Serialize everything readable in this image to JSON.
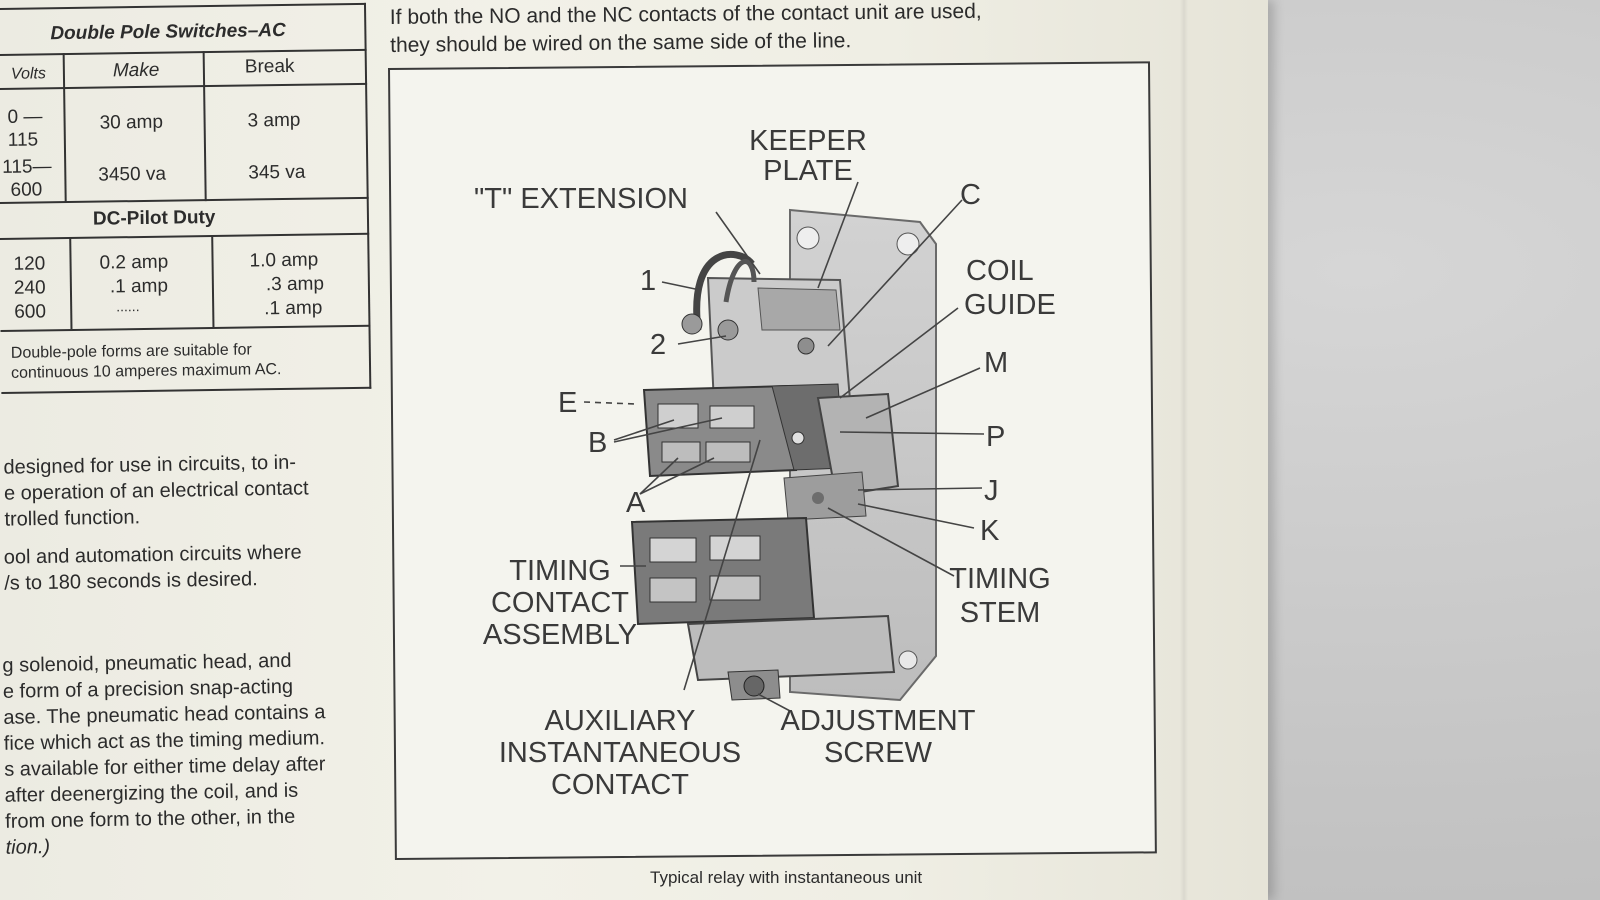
{
  "top_note": [
    "If both the NO and the NC contacts of the contact unit are used,",
    "they should be wired on the same side of the line."
  ],
  "ratings_table": {
    "title": "Double Pole Switches–AC",
    "headers": [
      "Volts",
      "Make",
      "Break"
    ],
    "ac_rows": [
      {
        "volts": [
          "0 —",
          "115"
        ],
        "make": "30 amp",
        "break": "3 amp"
      },
      {
        "volts": [
          "115—",
          "600"
        ],
        "make": "3450 va",
        "break": "345 va"
      }
    ],
    "dc_title": "DC-Pilot Duty",
    "dc_rows": [
      {
        "volts": "120",
        "make": "0.2 amp",
        "break": "1.0 amp"
      },
      {
        "volts": "240",
        "make": ".1 amp",
        "break": ".3 amp"
      },
      {
        "volts": "600",
        "make": "......",
        "break": ".1 amp"
      }
    ],
    "footnote": [
      "Double-pole forms are suitable for",
      "continuous 10 amperes maximum AC."
    ]
  },
  "body_paragraphs": [
    [
      "designed for use in circuits, to in-",
      "e operation of an electrical contact",
      "trolled function."
    ],
    [
      "ool and automation circuits where",
      "/s to 180 seconds is desired."
    ],
    [
      "g solenoid, pneumatic head, and",
      "e form of a precision snap-acting",
      "ase. The pneumatic head contains a",
      "fice which act as the timing medium.",
      "s available for either time delay after",
      "after deenergizing the coil, and is",
      "from one form to the other, in the",
      "tion.)"
    ]
  ],
  "figure": {
    "labels": {
      "keeper_plate": [
        "KEEPER",
        "PLATE"
      ],
      "t_extension": "\"T\" EXTENSION",
      "c": "C",
      "coil_guide": [
        "COIL",
        "GUIDE"
      ],
      "one": "1",
      "two": "2",
      "m": "M",
      "e": "E",
      "p": "P",
      "b": "B",
      "j": "J",
      "a": "A",
      "k": "K",
      "timing_contact_assembly": [
        "TIMING",
        "CONTACT",
        "ASSEMBLY"
      ],
      "timing_stem": [
        "TIMING",
        "STEM"
      ],
      "auxiliary_instantaneous_contact": [
        "AUXILIARY",
        "INSTANTANEOUS",
        "CONTACT"
      ],
      "adjustment_screw": [
        "ADJUSTMENT",
        "SCREW"
      ]
    },
    "caption_fragment": "Typical relay with instantaneous unit"
  }
}
